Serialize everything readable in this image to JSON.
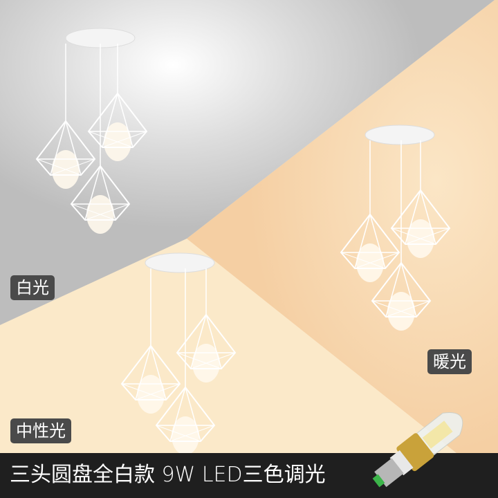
{
  "labels": {
    "white_light": "白光",
    "warm_light": "暖光",
    "neutral_light": "中性光"
  },
  "banner": {
    "title": "三头圆盘全白款 9W LED三色调光"
  },
  "colors": {
    "white_bg": "#c4c4c4",
    "warm_bg": "#f6d3a9",
    "neutral_bg": "#fbe9c9",
    "tag_bg": "#4a4a4a",
    "bar_bg": "#1f1f1f"
  }
}
